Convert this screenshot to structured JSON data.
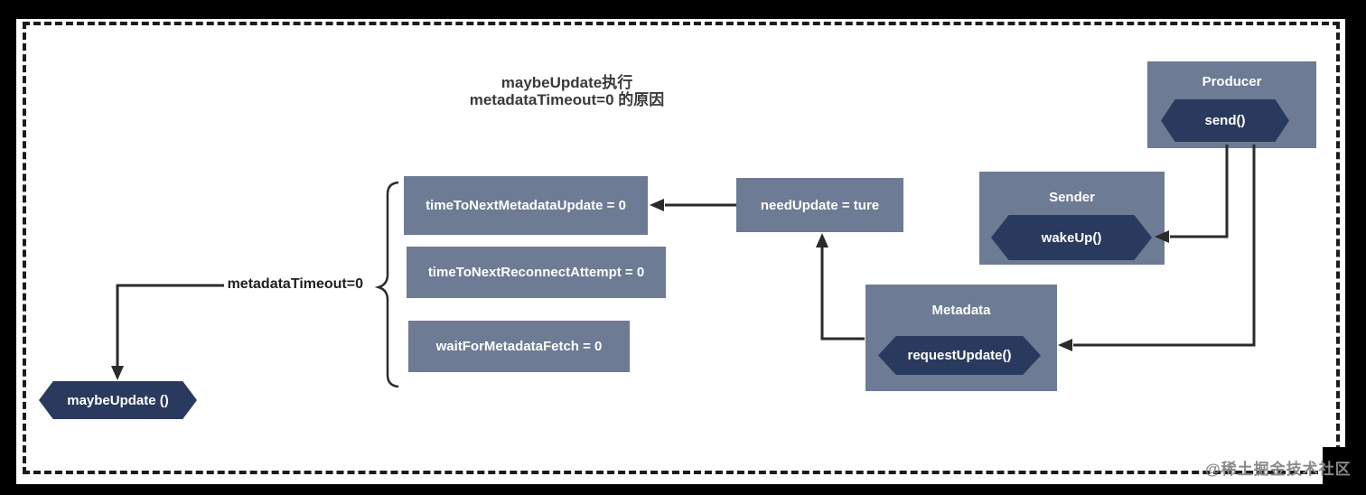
{
  "title": {
    "line1": "maybeUpdate执行",
    "line2": "metadataTimeout=0 的原因"
  },
  "nodes": {
    "producer": {
      "label": "Producer",
      "method": "send()"
    },
    "sender": {
      "label": "Sender",
      "method": "wakeUp()"
    },
    "metadata": {
      "label": "Metadata",
      "method": "requestUpdate()"
    },
    "need_update": {
      "label": "needUpdate = ture"
    },
    "time_to_next_metadata_update": {
      "label": "timeToNextMetadataUpdate = 0"
    },
    "time_to_next_reconnect_attempt": {
      "label": "timeToNextReconnectAttempt = 0"
    },
    "wait_for_metadata_fetch": {
      "label": "waitForMetadataFetch = 0"
    },
    "maybe_update": {
      "label": "maybeUpdate ()"
    }
  },
  "annotations": {
    "metadata_timeout": "metadataTimeout=0"
  },
  "watermark": "@稀土掘金技术社区",
  "colors": {
    "canvas_bg": "#000000",
    "page_bg": "#ffffff",
    "box_fill": "#6d7b94",
    "hexagon_fill": "#2a3a5e",
    "line": "#2b2b2b",
    "text_light": "#ffffff",
    "title_text": "#3a3a3a",
    "watermark_text": "#8a8a8a"
  }
}
